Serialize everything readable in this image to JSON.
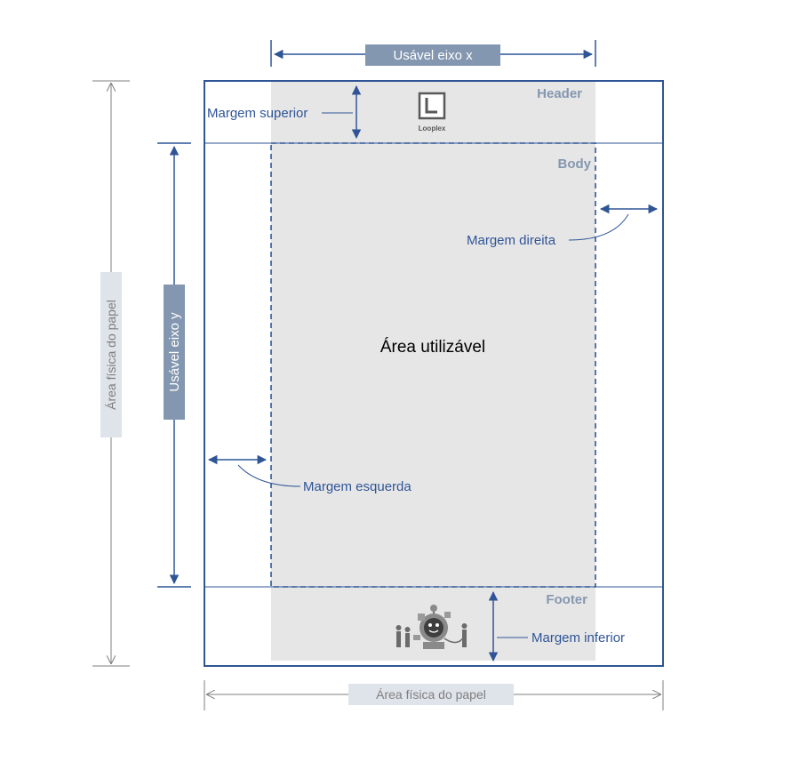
{
  "labels": {
    "usavel_x": "Usável eixo x",
    "usavel_y": "Usável eixo y",
    "area_fisica_vertical": "Área física do papel",
    "area_fisica_horizontal": "Área física do papel",
    "margem_superior": "Margem superior",
    "margem_direita": "Margem direita",
    "margem_esquerda": "Margem esquerda",
    "margem_inferior": "Margem inferior",
    "area_utilizavel": "Área utilizável"
  },
  "sections": {
    "header": "Header",
    "body": "Body",
    "footer": "Footer"
  },
  "logo": {
    "text": "Looplex"
  },
  "colors": {
    "blue": "#2f5597",
    "usable_grey": "#e7e6e6",
    "badge_blue_grey": "#8497b0",
    "badge_light": "#dfe3ea",
    "section_label": "#8497b0",
    "dimension_grey": "#7f7f7f"
  }
}
